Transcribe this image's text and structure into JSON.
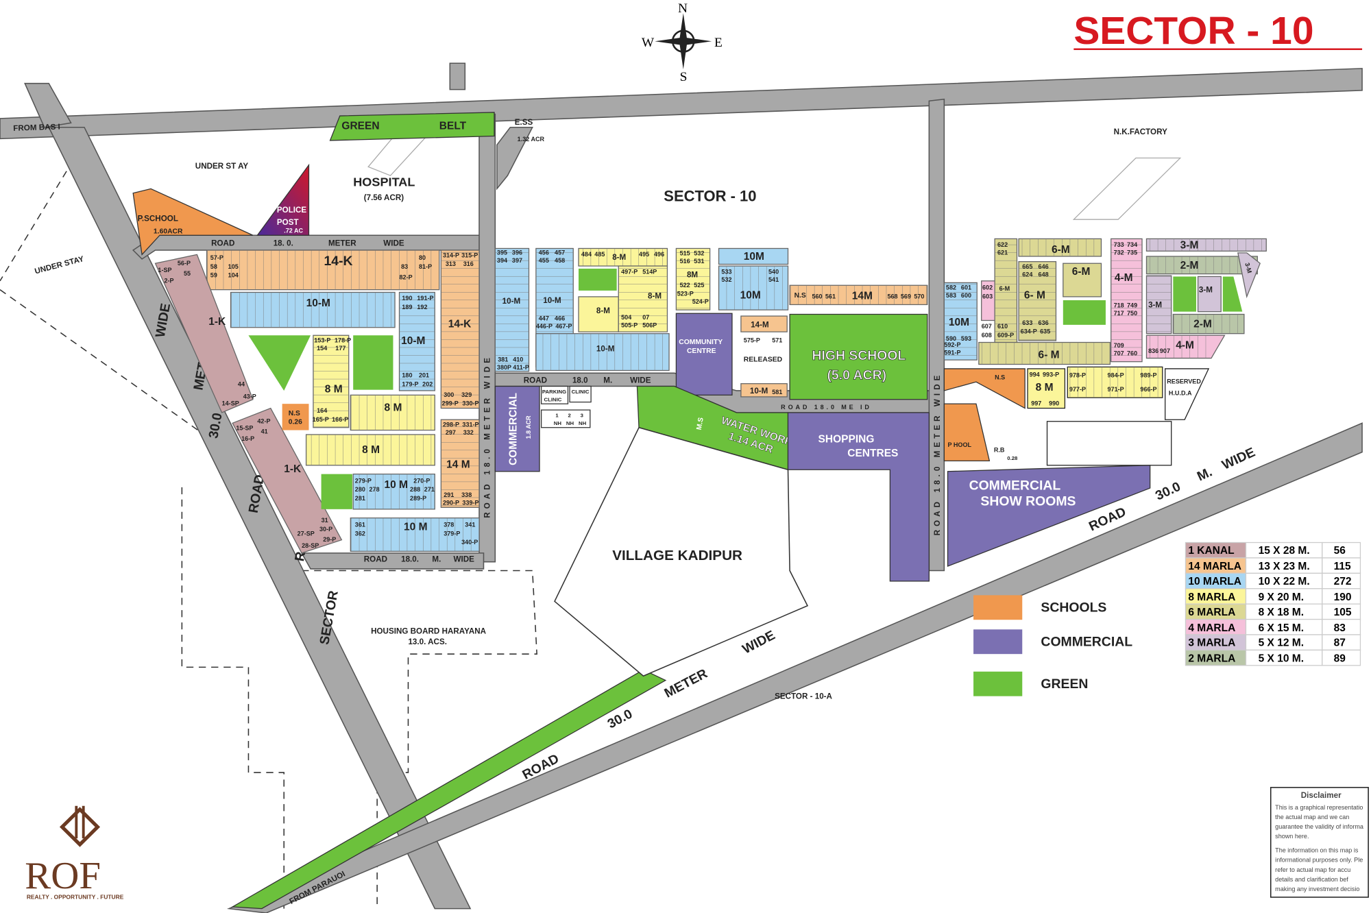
{
  "title": "SECTOR - 10",
  "compass": {
    "n": "N",
    "s": "S",
    "e": "E",
    "w": "W"
  },
  "roads": {
    "from_basai": "FROM BAS  I",
    "from_parauoi": "FROM PARAUOI",
    "sector_road_left": [
      "30.0",
      "METER",
      "WIDE",
      "ROAD",
      "SECTOR",
      "R"
    ],
    "road_18_top": [
      "ROAD",
      "18. 0.",
      "METER",
      "WIDE"
    ],
    "road_18_bottom": [
      "ROAD",
      "18.0.",
      "M.",
      "WIDE"
    ],
    "road_18_vertical": "ROAD 18.0 METER WIDE",
    "road_18_mid": [
      "ROAD",
      "18.0",
      "M.",
      "WIDE"
    ],
    "road_18_mid_right": "ROAD 18.0 ME   ID",
    "road_30_bottom": [
      "ROAD",
      "30.0",
      "METER",
      "WIDE"
    ],
    "road_30_right": [
      "ROAD",
      "30.0",
      "M.",
      "WIDE"
    ],
    "road_18_vertical_right": "ROAD 18.0 METER WIDE"
  },
  "areas": {
    "green_belt": [
      "GREEN",
      "BELT"
    ],
    "ess": "E.SS",
    "ess_area": "1.32 ACR",
    "under_stay_top": "UNDER ST AY",
    "under_stay_left": "UNDER STAY",
    "hospital": "HOSPITAL",
    "hospital_area": "(7.56 ACR)",
    "pschool": "P.SCHOOL",
    "pschool_area": "1.60ACR",
    "police_post": [
      "POLICE",
      "POST",
      ".72 AC"
    ],
    "sector_label": "SECTOR - 10",
    "nk_factory": "N.K.FACTORY",
    "community_centre": [
      "COMMUNITY",
      "CENTRE"
    ],
    "released": "RELEASED",
    "high_school": [
      "HIGH SCHOOL",
      "(5.0 ACR)"
    ],
    "commercial_vertical": "COMMERCIAL",
    "commercial_vertical_area": "1.8 ACR",
    "parking": "PARKING",
    "clinic": "CLINIC",
    "water_works": [
      "WATER WORKS",
      "1.14 ACR"
    ],
    "ms": "M.S",
    "shopping": [
      "SHOPPING",
      "CENTRES"
    ],
    "commercial_showrooms": [
      "COMMERCIAL",
      "SHOW ROOMS"
    ],
    "village": "VILLAGE KADIPUR",
    "housing_board": [
      "HOUSING BOARD HARAYANA",
      "13.0. ACS."
    ],
    "sector_10a": "SECTOR - 10-A",
    "ns": "N.S",
    "ns_area": "0.26",
    "rb": "R.B",
    "rb_area": "0.28",
    "pschool_right": "P    HOOL",
    "reserved": [
      "RESERVED",
      "H.U.D.A"
    ]
  },
  "blocks": {
    "k14a": "14-K",
    "k14b": "14-K",
    "m10a": "10-M",
    "m10b": "10-M",
    "m10c": "10 M",
    "m10d": "10 M",
    "k1a": "1-K",
    "k1b": "1-K",
    "m8a": "8 M",
    "m8b": "8 M",
    "m8c": "8 M",
    "m14": "14 M",
    "m10e": "10-M",
    "m10f": "10-M",
    "m10g": "10-M",
    "m8d": "8-M",
    "m8e": "8-M",
    "m8f": "8-M",
    "m8g": "8M",
    "m10h": "10M",
    "m10i": "10M",
    "m14b": "14M",
    "m14c": "14-M",
    "m10j": "10-M",
    "ns2": "N.S",
    "m10k": "10M",
    "m6a": "6-M",
    "m6b": "6- M",
    "m6c": "6-M",
    "m6d": "6- M",
    "m6e": "6-M",
    "m4a": "4-M",
    "m4b": "4-M",
    "m3a": "3-M",
    "m3b": "3-M",
    "m3c": "3-M",
    "m3d": "3-M",
    "m2a": "2-M",
    "m2b": "2-M",
    "m8h": "8 M"
  },
  "plot_numbers": {
    "a": [
      "1-SP",
      "56-P",
      "2-P",
      "55",
      "14-SP",
      "43-P",
      "15-SP",
      "42-P",
      "16-P",
      "41",
      "27-SP",
      "30-P",
      "28-SP",
      "29-P",
      "44",
      "31"
    ],
    "b": [
      "57-P",
      "58",
      "59",
      "105",
      "104",
      "80",
      "81-P",
      "83",
      "82-P",
      "314-P",
      "315-P",
      "313",
      "316"
    ],
    "c": [
      "190",
      "191-P",
      "189",
      "192",
      "180",
      "201",
      "179-P",
      "202",
      "300",
      "329",
      "299-P",
      "330-P",
      "153-P",
      "178-P",
      "154",
      "177",
      "164",
      "165-P",
      "166-P"
    ],
    "d": [
      "298-P",
      "331-P",
      "297",
      "332",
      "291",
      "338",
      "290-P",
      "339-P",
      "280",
      "281",
      "279-P",
      "278",
      "288",
      "289-P",
      "271",
      "270-P",
      "378",
      "379-P",
      "341",
      "340-P",
      "361",
      "362"
    ],
    "e": [
      "395",
      "396",
      "394",
      "397",
      "456",
      "457",
      "455",
      "458",
      "447",
      "466",
      "446-P",
      "467-P",
      "381",
      "410",
      "380P",
      "411-P",
      "484",
      "485",
      "495",
      "496",
      "497-P",
      "514P",
      "504",
      "07",
      "505-P",
      "506P",
      "515",
      "532",
      "516",
      "531",
      "522",
      "525",
      "523-P",
      "524-P",
      "533",
      "532",
      "540",
      "541",
      "575-P",
      "571",
      "560",
      "561",
      "568",
      "569",
      "570",
      "581"
    ],
    "f": [
      "582",
      "601",
      "583",
      "600",
      "590",
      "593",
      "591-P",
      "592-P",
      "622",
      "621",
      "602",
      "603",
      "607",
      "610",
      "608",
      "609-P",
      "665",
      "646",
      "624",
      "648",
      "633",
      "636",
      "634-P",
      "635",
      "733",
      "734",
      "732",
      "735",
      "718",
      "749",
      "717",
      "750",
      "709",
      "707",
      "760",
      "836",
      "907",
      "994",
      "993-P",
      "997",
      "990",
      "978-P",
      "977-P",
      "984-P",
      "971-P",
      "989-P",
      "966-P"
    ],
    "g": [
      "1",
      "2",
      "3",
      "NH",
      "NH",
      "NH"
    ]
  },
  "legend": {
    "table": [
      {
        "type": "1 KANAL",
        "size": "15 X 28 M.",
        "count": "56",
        "color": "#c8a3a6"
      },
      {
        "type": "14 MARLA",
        "size": "13 X 23 M.",
        "count": "115",
        "color": "#f6c48f"
      },
      {
        "type": "10 MARLA",
        "size": "10 X 22 M.",
        "count": "272",
        "color": "#a8d6f2"
      },
      {
        "type": "8 MARLA",
        "size": "9 X 20 M.",
        "count": "190",
        "color": "#fbf59a"
      },
      {
        "type": "6 MARLA",
        "size": "8 X 18 M.",
        "count": "105",
        "color": "#dcd894"
      },
      {
        "type": "4 MARLA",
        "size": "6 X 15 M.",
        "count": "83",
        "color": "#f5c0da"
      },
      {
        "type": "3 MARLA",
        "size": "5 X 12 M.",
        "count": "87",
        "color": "#d2c4d8"
      },
      {
        "type": "2 MARLA",
        "size": "5 X 10 M.",
        "count": "89",
        "color": "#b9c6a8"
      }
    ],
    "swatches": [
      {
        "label": "SCHOOLS",
        "color": "#f0984e"
      },
      {
        "label": "COMMERCIAL",
        "color": "#7b70b2"
      },
      {
        "label": "GREEN",
        "color": "#6cc13c"
      }
    ]
  },
  "disclaimer": {
    "title": "Disclaimer",
    "p1": [
      "This is a graphical representatio",
      "the  actual  map  and  we  can",
      "guarantee the validity of informa",
      "shown here."
    ],
    "p2": [
      "The  information  on  this  map  is",
      "informational purposes only. Ple",
      "refer  to  actual  map  for  accu",
      "details   and   clarification   bef",
      "making any investment decisio"
    ]
  },
  "logo": {
    "name": "ROF",
    "tagline": "REALTY . OPPORTUNITY . FUTURE",
    "color": "#6b3a22"
  },
  "colors": {
    "road": "#a8a8a8",
    "title": "#d71920",
    "green": "#6cc13c",
    "school": "#f0984e",
    "commercial": "#7b70b2",
    "police": "#c0182e"
  }
}
